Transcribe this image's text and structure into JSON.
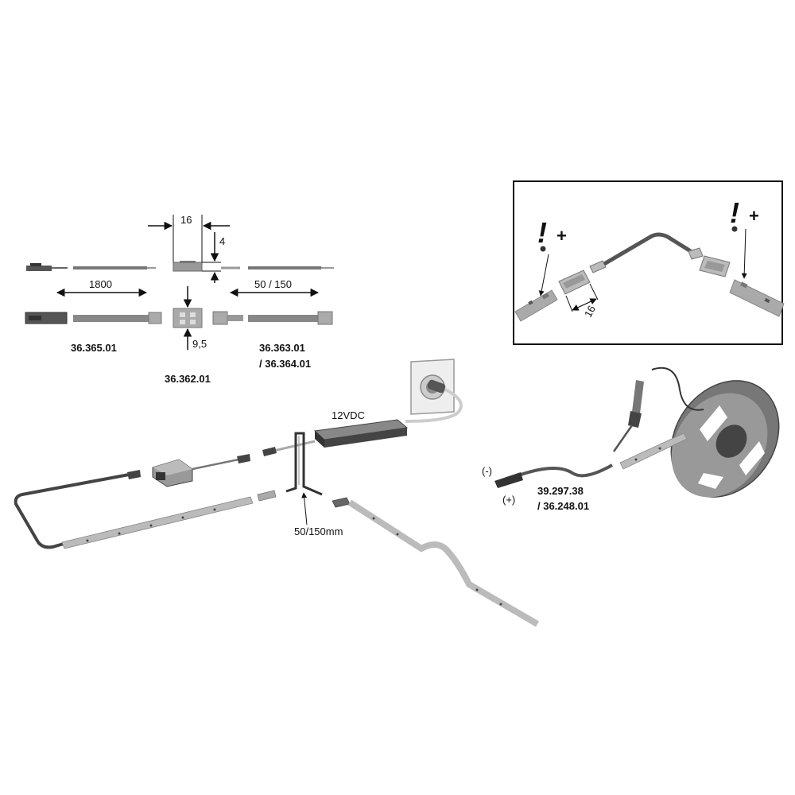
{
  "dimensions": {
    "connector_width": "16",
    "connector_height": "4",
    "cable_length": "1800",
    "connector_lengths": "50 / 150",
    "clip_width": "9,5"
  },
  "parts": {
    "feed_cable": "36.365.01",
    "clip_connector": "36.362.01",
    "connector_cable_line1": "36.363.01",
    "connector_cable_line2": "/ 36.364.01",
    "solder_cable_line1": "39.297.38",
    "solder_cable_line2": "/ 36.248.01"
  },
  "installation": {
    "power_supply_label": "12VDC",
    "connector_distance": "50/150mm",
    "polarity_negative": "(-)",
    "polarity_positive": "(+)"
  },
  "inset": {
    "warning_mark": "!",
    "plus_mark": "+",
    "connector_width": "16"
  }
}
